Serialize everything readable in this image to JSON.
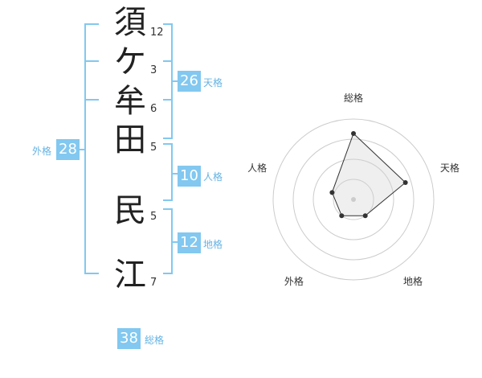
{
  "name_chars": [
    {
      "char": "須",
      "strokes": "12"
    },
    {
      "char": "ケ",
      "strokes": "3"
    },
    {
      "char": "牟",
      "strokes": "6"
    },
    {
      "char": "田",
      "strokes": "5"
    },
    {
      "char": "民",
      "strokes": "5"
    },
    {
      "char": "江",
      "strokes": "7"
    }
  ],
  "scores": {
    "tenkaku": {
      "value": "26",
      "label": "天格"
    },
    "jinkaku": {
      "value": "10",
      "label": "人格"
    },
    "chikaku": {
      "value": "12",
      "label": "地格"
    },
    "gaikaku": {
      "value": "28",
      "label": "外格"
    },
    "soukaku": {
      "value": "38",
      "label": "総格"
    }
  },
  "colors": {
    "accent": "#82c8f0",
    "accent_text": "#66b3e3"
  },
  "chart_data": {
    "type": "radar",
    "axes": [
      "総格",
      "天格",
      "地格",
      "外格",
      "人格"
    ],
    "levels": 4,
    "values": [
      0.82,
      0.68,
      0.25,
      0.25,
      0.28
    ]
  }
}
